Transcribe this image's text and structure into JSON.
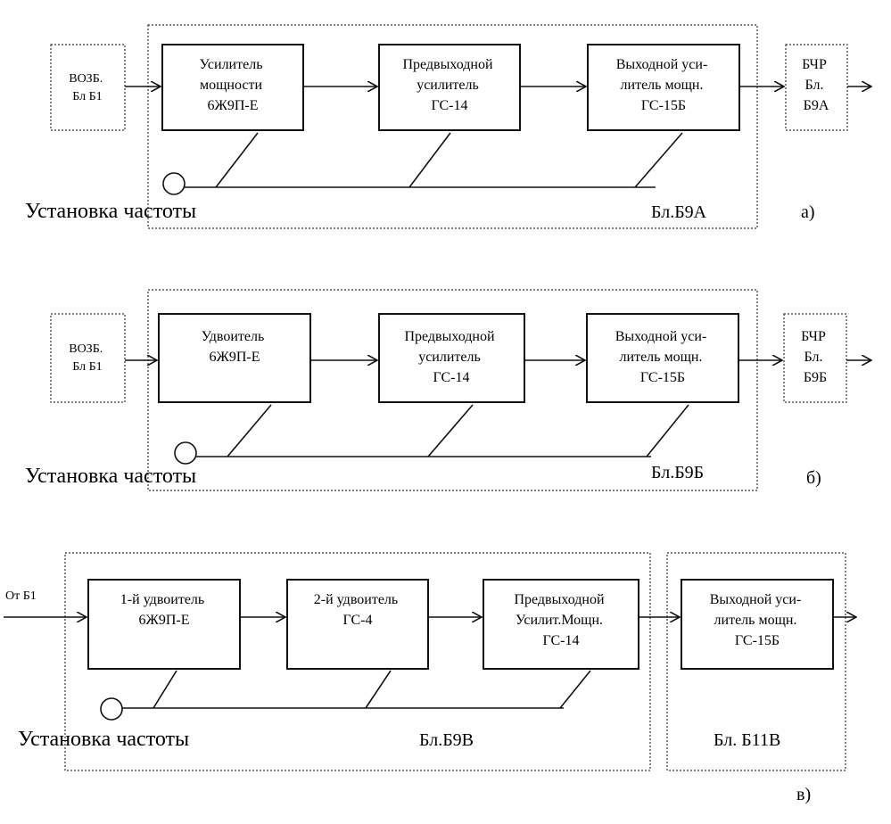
{
  "diagram_a": {
    "input_block": [
      "ВОЗБ.",
      "Бл Б1"
    ],
    "stage1": [
      "Усилитель",
      "мощности",
      "6Ж9П-Е"
    ],
    "stage2": [
      "Предвыходной",
      "усилитель",
      "ГС-14"
    ],
    "stage3": [
      "Выходной уси-",
      "литель мощн.",
      "ГС-15Б"
    ],
    "output_block": [
      "БЧР",
      "Бл.",
      "Б9А"
    ],
    "tuning_label": "Установка частоты",
    "unit_label": "Бл.Б9А",
    "figure_label": "а)"
  },
  "diagram_b": {
    "input_block": [
      "ВОЗБ.",
      "Бл Б1"
    ],
    "stage1": [
      "Удвоитель",
      "6Ж9П-Е"
    ],
    "stage2": [
      "Предвыходной",
      "усилитель",
      "ГС-14"
    ],
    "stage3": [
      "Выходной уси-",
      "литель мощн.",
      "ГС-15Б"
    ],
    "output_block": [
      "БЧР",
      "Бл.",
      "Б9Б"
    ],
    "tuning_label": "Установка частоты",
    "unit_label": "Бл.Б9Б",
    "figure_label": "б)"
  },
  "diagram_c": {
    "input_label": "От Б1",
    "stage1": [
      "1-й удвоитель",
      "6Ж9П-Е"
    ],
    "stage2": [
      "2-й удвоитель",
      "ГС-4"
    ],
    "stage3": [
      "Предвыходной",
      "Усилит.Мощн.",
      "ГС-14"
    ],
    "stage4": [
      "Выходной уси-",
      "литель мощн.",
      "ГС-15Б"
    ],
    "tuning_label": "Установка частоты",
    "unit_label": "Бл.Б9В",
    "unit2_label": "Бл. Б11В",
    "figure_label": "в)"
  }
}
